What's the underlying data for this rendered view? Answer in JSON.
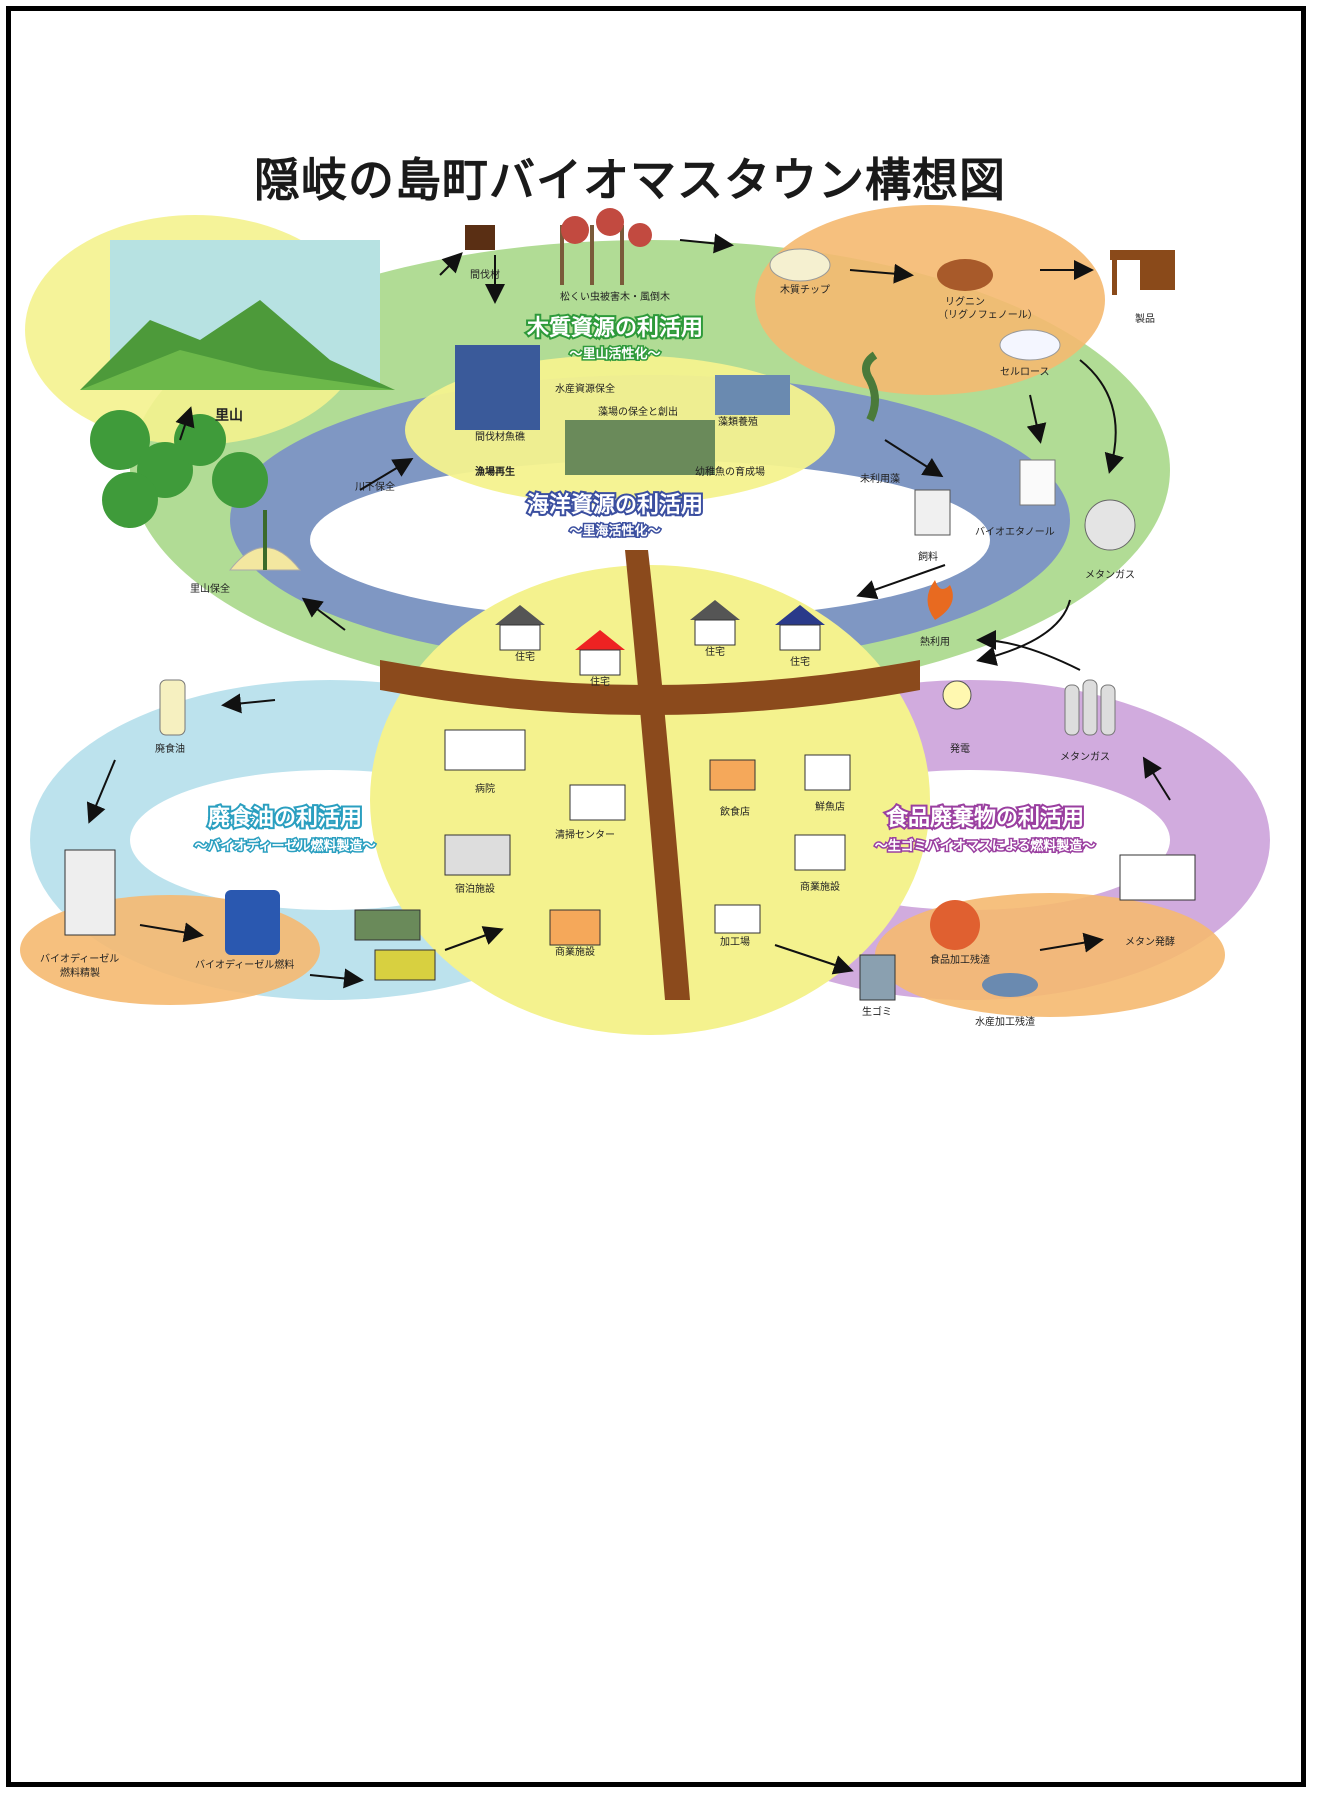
{
  "title": "隠岐の島町バイオマスタウン構想図",
  "sections": {
    "wood": {
      "heading": "木質資源の利活用",
      "subtitle": "〜里山活性化〜",
      "color": "#2e9a3a"
    },
    "ocean": {
      "heading": "海洋資源の利活用",
      "subtitle": "〜里海活性化〜",
      "color": "#3b4fa0"
    },
    "oil": {
      "heading": "廃食油の利活用",
      "subtitle": "〜バイオディーゼル燃料製造〜",
      "color": "#2a9fc0"
    },
    "food": {
      "heading": "食品廃棄物の利活用",
      "subtitle": "〜生ゴミバイオマスによる燃料製造〜",
      "color": "#9a3fa0"
    }
  },
  "labels": {
    "satoyama": "里山",
    "thinned_wood": "間伐材",
    "pine_damage": "松くい虫被害木・風倒木",
    "wood_chip": "木質チップ",
    "lignin": "リグニン",
    "lignophenol": "（リグノフェノール）",
    "product": "製品",
    "cellulose": "セルロース",
    "fish_reef_conservation": "水産資源保全",
    "seaweed_bed": "藻場の保全と創出",
    "thinned_reef": "間伐材魚礁",
    "aquaculture": "藻類養殖",
    "juvenile_fish": "幼稚魚の育成場",
    "fishing_ground": "漁場再生",
    "river_water": "川下保全",
    "unused_seaweed": "未利用藻",
    "feed": "飼料",
    "bioethanol": "バイオエタノール",
    "methane_gas": "メタンガス",
    "heat_use": "熱利用",
    "satoyama_conservation": "里山保全",
    "house": "住宅",
    "waste_oil": "廃食油",
    "power": "発電",
    "hospital": "病院",
    "cleaning_center": "清掃センター",
    "restaurant": "飲食店",
    "fish_shop": "鮮魚店",
    "inn": "宿泊施設",
    "commercial": "商業施設",
    "processing_plant": "加工場",
    "bdf_plant": "バイオディーゼル\n燃料精製",
    "bdf_plant_line1": "バイオディーゼル",
    "bdf_plant_line2": "燃料精製",
    "bdf_fuel": "バイオディーゼル燃料",
    "food_residue": "食品加工残渣",
    "methane_fermentation": "メタン発酵",
    "kitchen_waste": "生ゴミ",
    "fish_residue": "水産加工残渣"
  },
  "colors": {
    "green_ring": "#a8d88a",
    "blue_ring": "#7a8fc8",
    "yellow": "#f4f28e",
    "orange": "#f5b970",
    "light_blue": "#b8e0ec",
    "purple": "#cfa6dc",
    "road": "#8b4a1c"
  }
}
